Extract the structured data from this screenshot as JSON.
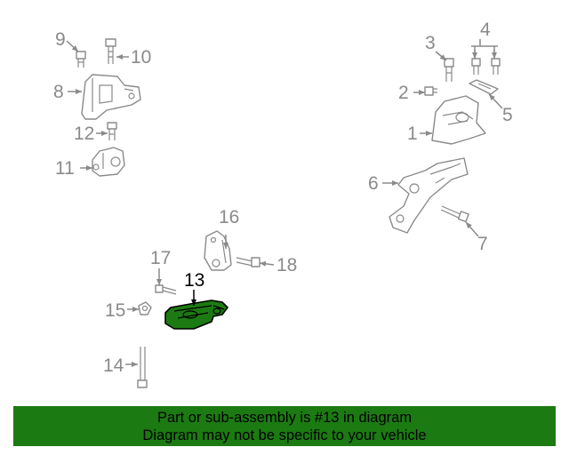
{
  "callouts": {
    "c1": "1",
    "c2": "2",
    "c3": "3",
    "c4": "4",
    "c5": "5",
    "c6": "6",
    "c7": "7",
    "c8": "8",
    "c9": "9",
    "c10": "10",
    "c11": "11",
    "c12": "12",
    "c13": "13",
    "c14": "14",
    "c15": "15",
    "c16": "16",
    "c17": "17",
    "c18": "18"
  },
  "highlighted_part": "13",
  "colors": {
    "highlight": "#1c7a12",
    "line": "#8a8a8a",
    "banner": "#1c7a12"
  },
  "footer": {
    "line1": "Part or sub-assembly is #13 in diagram",
    "line2": "Diagram may not be specific to your vehicle"
  }
}
